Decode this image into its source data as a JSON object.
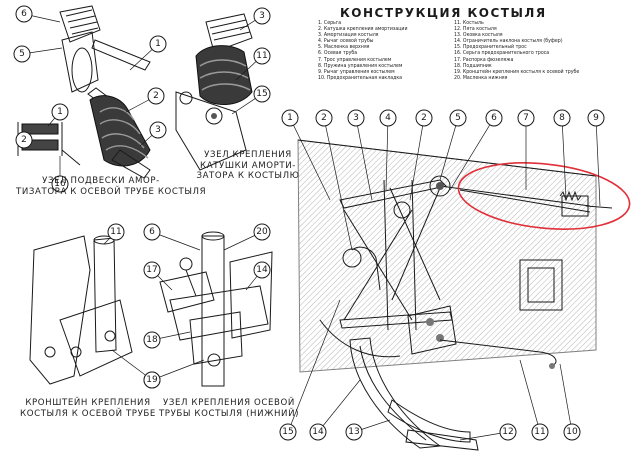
{
  "title": "КОНСТРУКЦИЯ  КОСТЫЛЯ",
  "legend_left": [
    "1. Серьга",
    "2. Катушка крепления амортизации",
    "3. Амортизация костыля",
    "4. Рычаг осевой трубы",
    "5. Масленка верхняя",
    "6. Осевая труба",
    "7. Трос управления костылем",
    "8. Пружина управления костылем",
    "9. Рычаг управления костылем",
    "10. Предохранительная накладка"
  ],
  "legend_right": [
    "11. Костыль",
    "12. Пята костыля",
    "13. Оковка костыля",
    "14. Ограничитель наклона костыля (буфер)",
    "15. Предохранительный трос",
    "16. Серьга предохранительного троса",
    "17. Распорка фюзеляжа",
    "18. Подшипник",
    "19. Кронштейн крепления костыля к осевой трубе",
    "20. Масленка нижняя"
  ],
  "captions": {
    "suspension": "УЗЕЛ ПОДВЕСКИ АМОР-\nТИЗАТОРА К ОСЕВОЙ ТРУБЕ КОСТЫЛЯ",
    "spool": "УЗЕЛ КРЕПЛЕНИЯ\nКАТУШКИ АМОРТИ-\nЗАТОРА К КОСТЫЛЮ",
    "bracket": "КРОНШТЕЙН КРЕПЛЕНИЯ\nКОСТЫЛЯ К ОСЕВОЙ ТРУБЕ",
    "lower_mount": "УЗЕЛ КРЕПЛЕНИЯ ОСЕВОЙ\nТРУБЫ КОСТЫЛЯ (НИЖНИЙ)"
  },
  "callouts": {
    "tl": [
      "6",
      "5",
      "1",
      "2",
      "3",
      "1",
      "2",
      "16"
    ],
    "tm": [
      "3",
      "11",
      "15"
    ],
    "bl": [
      "11",
      "19"
    ],
    "bm": [
      "6",
      "20",
      "17",
      "14",
      "18",
      "19"
    ],
    "main": [
      "1",
      "2",
      "3",
      "4",
      "2",
      "5",
      "6",
      "7",
      "8",
      "9",
      "15",
      "14",
      "13",
      "12",
      "11",
      "10"
    ]
  },
  "highlight_color": "#e0303a",
  "ink_color": "#1a1a1a"
}
